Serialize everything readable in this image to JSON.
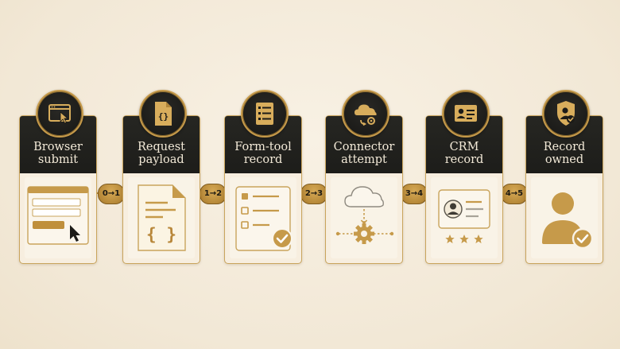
{
  "colors": {
    "background": "#f4ebdb",
    "header": "#1f1f1c",
    "gold": "#c69a4a",
    "gold_dark": "#a87a2c",
    "line": "#b88a3c"
  },
  "steps": [
    {
      "title": "Browser\nsubmit",
      "icon": "browser-window-cursor-icon",
      "illustration": "web-form-with-cursor"
    },
    {
      "title": "Request\npayload",
      "icon": "json-document-icon",
      "illustration": "document-with-braces"
    },
    {
      "title": "Form-tool\nrecord",
      "icon": "list-document-icon",
      "illustration": "checklist-with-check"
    },
    {
      "title": "Connector\nattempt",
      "icon": "cloud-sync-icon",
      "illustration": "cloud-and-gear"
    },
    {
      "title": "CRM\nrecord",
      "icon": "contact-card-icon",
      "illustration": "profile-card-with-stars"
    },
    {
      "title": "Record\nowned",
      "icon": "shield-user-icon",
      "illustration": "user-with-check"
    }
  ],
  "transitions": [
    "0→1",
    "1→2",
    "2→3",
    "3→4",
    "4→5"
  ]
}
